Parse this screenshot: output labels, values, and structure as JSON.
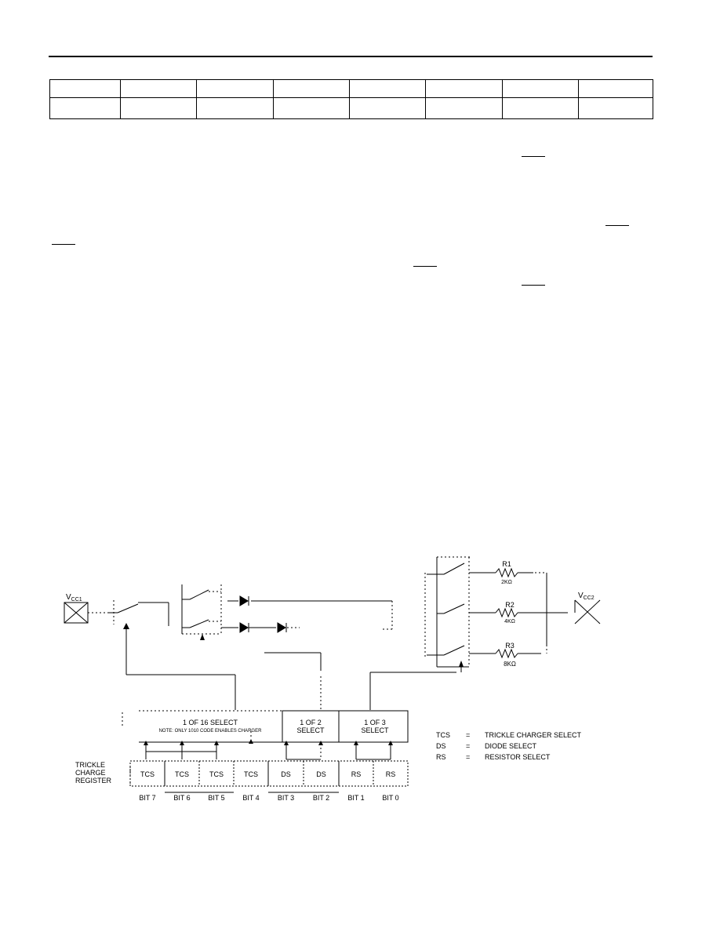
{
  "labels": {
    "vcc1": "V",
    "vcc1_sub": "CC1",
    "vcc2": "V",
    "vcc2_sub": "CC2",
    "r1": "R1",
    "r1_val": "2KΩ",
    "r2": "R2",
    "r2_val": "4KΩ",
    "r3": "R3",
    "r3_val": "8KΩ",
    "select16": "1 OF 16 SELECT",
    "select16_note": "NOTE: ONLY 1010 CODE ENABLES CHARGER",
    "select2_line1": "1 OF 2",
    "select2_line2": "SELECT",
    "select3_line1": "1 OF 3",
    "select3_line2": "SELECT",
    "register_line1": "TRICKLE",
    "register_line2": "CHARGE",
    "register_line3": "REGISTER"
  },
  "register_bits": [
    {
      "field": "TCS",
      "bit": "BIT 7"
    },
    {
      "field": "TCS",
      "bit": "BIT 6"
    },
    {
      "field": "TCS",
      "bit": "BIT 5"
    },
    {
      "field": "TCS",
      "bit": "BIT 4"
    },
    {
      "field": "DS",
      "bit": "BIT 3"
    },
    {
      "field": "DS",
      "bit": "BIT 2"
    },
    {
      "field": "RS",
      "bit": "BIT 1"
    },
    {
      "field": "RS",
      "bit": "BIT 0"
    }
  ],
  "legend": [
    {
      "abbr": "TCS",
      "sep": "=",
      "desc": "TRICKLE CHARGER SELECT"
    },
    {
      "abbr": "DS",
      "sep": "=",
      "desc": "DIODE SELECT"
    },
    {
      "abbr": "RS",
      "sep": "=",
      "desc": "RESISTOR SELECT"
    }
  ]
}
